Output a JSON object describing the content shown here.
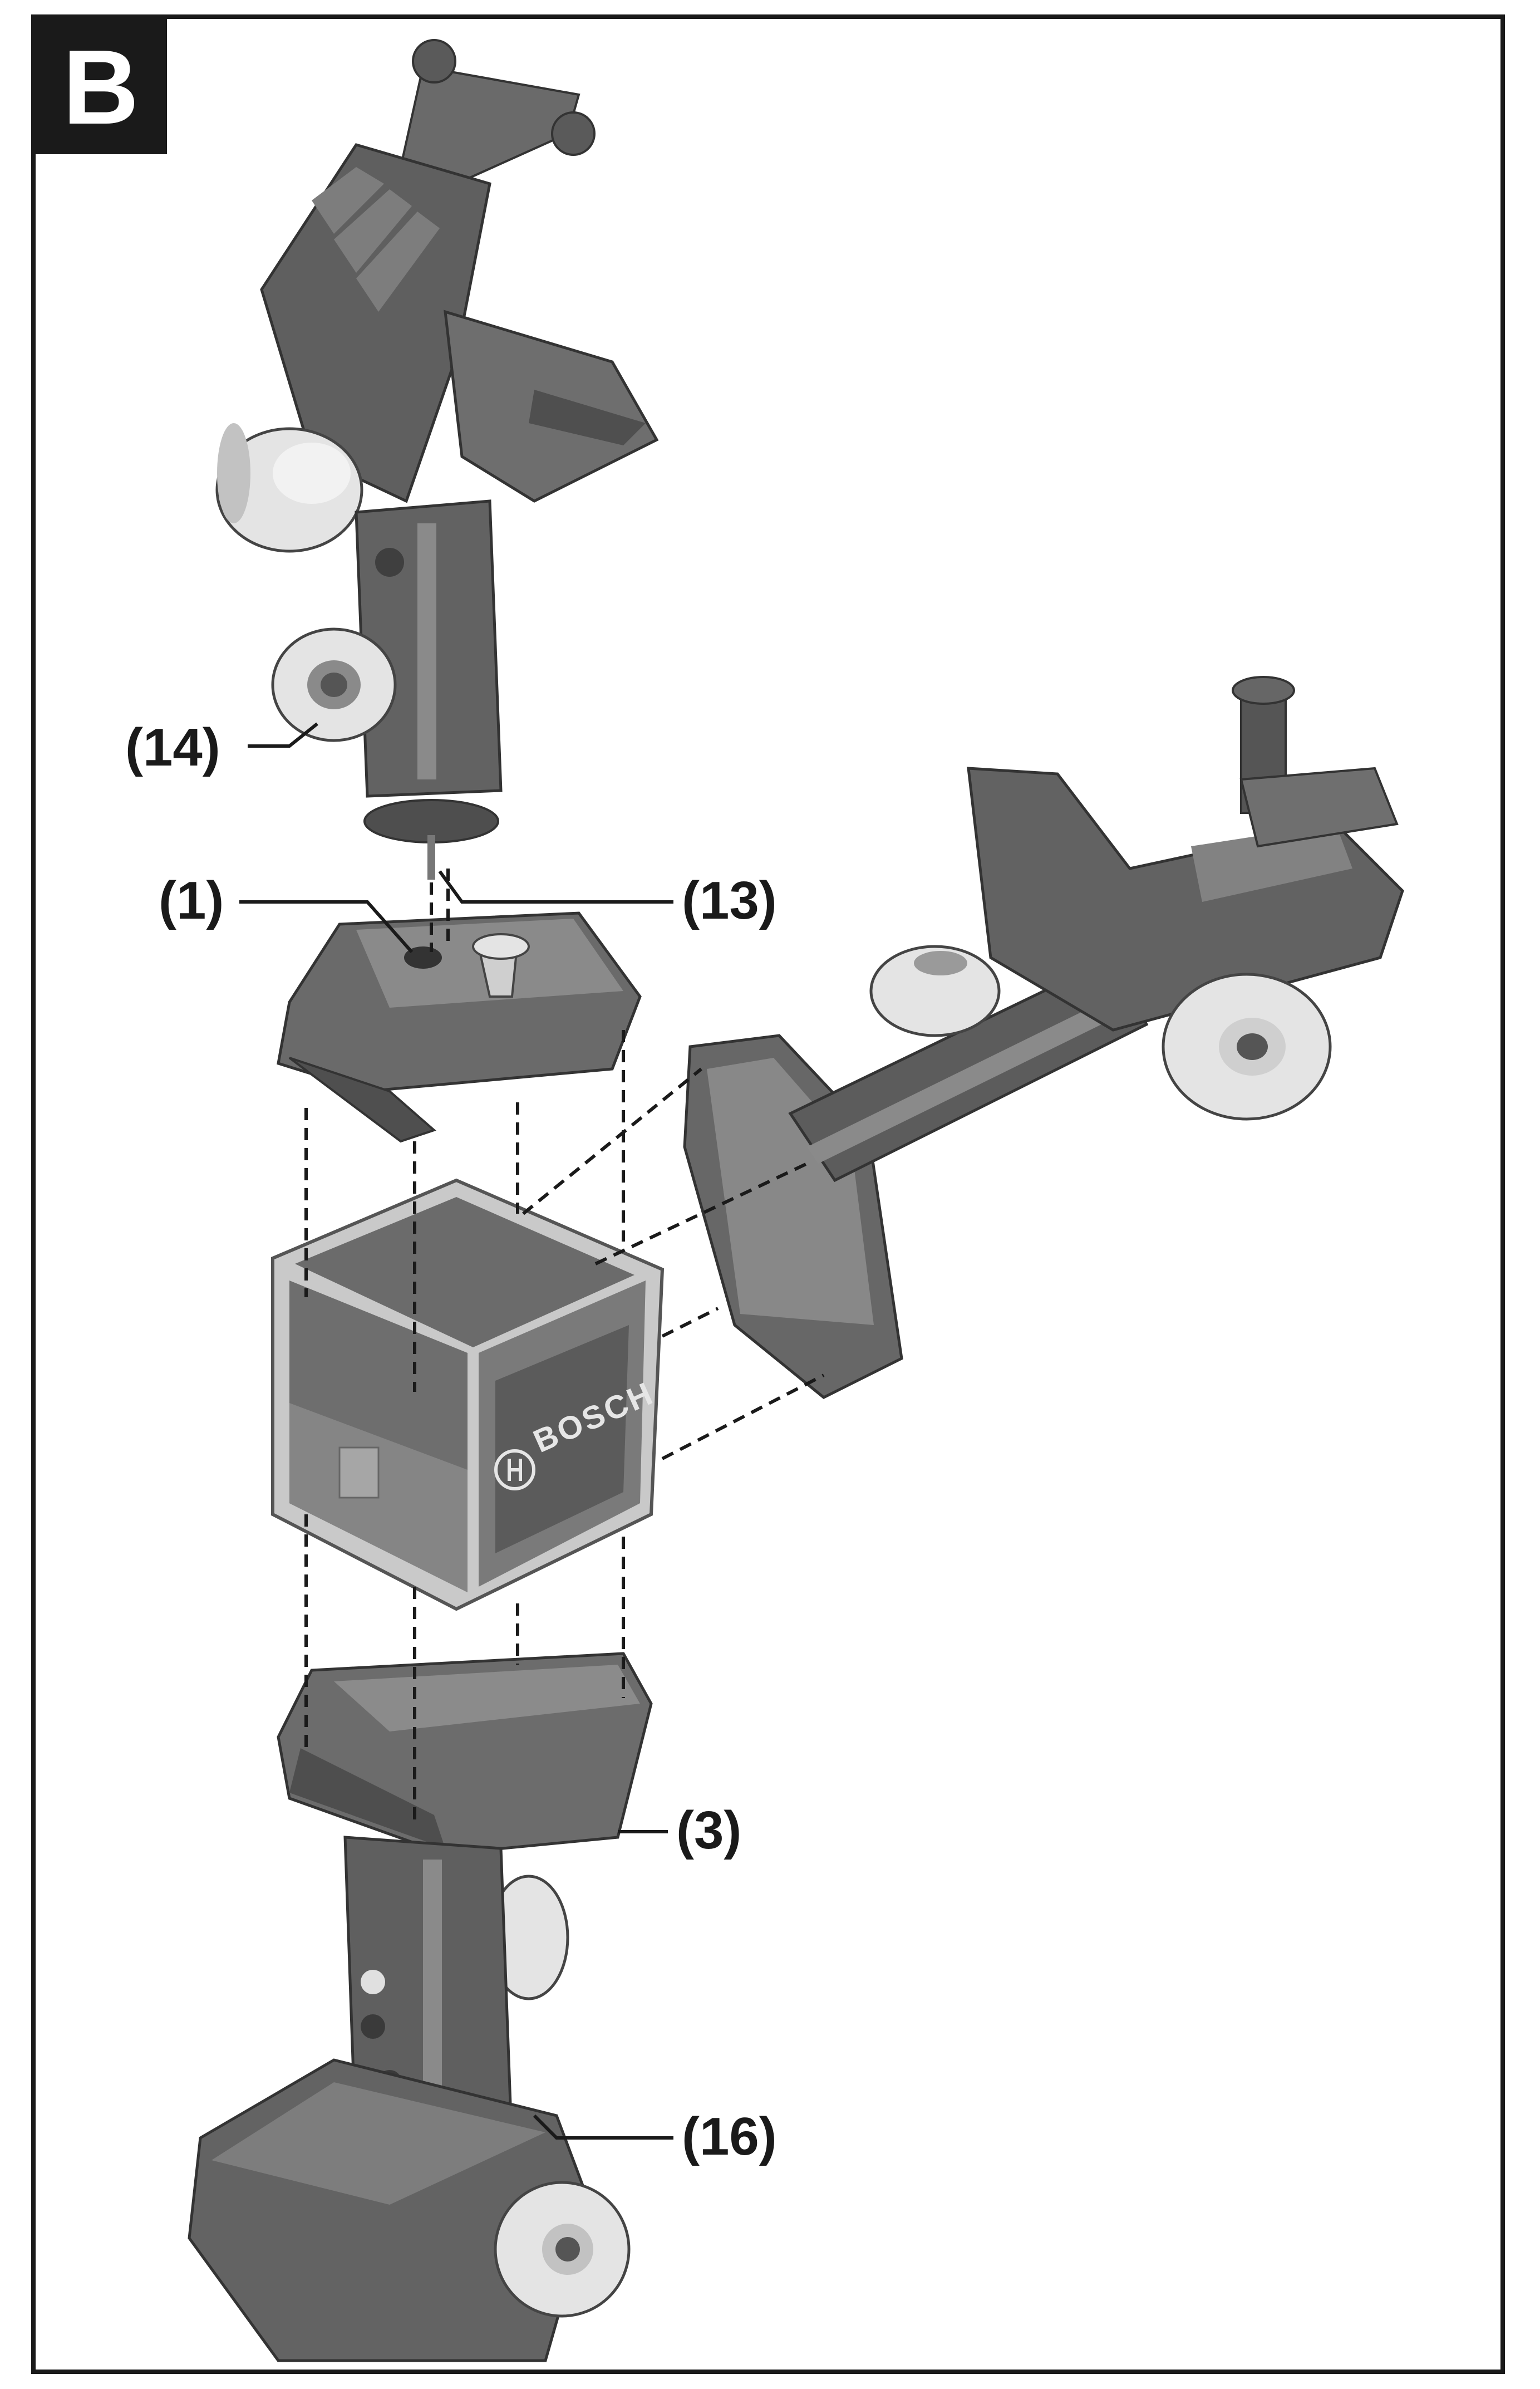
{
  "figure": {
    "badge": "B",
    "brand": "BOSCH",
    "callouts": {
      "c14": "(14)",
      "c1": "(1)",
      "c13": "(13)",
      "c3": "(3)",
      "c16": "(16)"
    }
  },
  "colors": {
    "body_dark": "#5f5f5f",
    "body_mid": "#787878",
    "body_light": "#a2a2a2",
    "knob": "#e4e4e4",
    "knob_shade": "#c2c2c2",
    "frame": "#1a1a1a"
  }
}
